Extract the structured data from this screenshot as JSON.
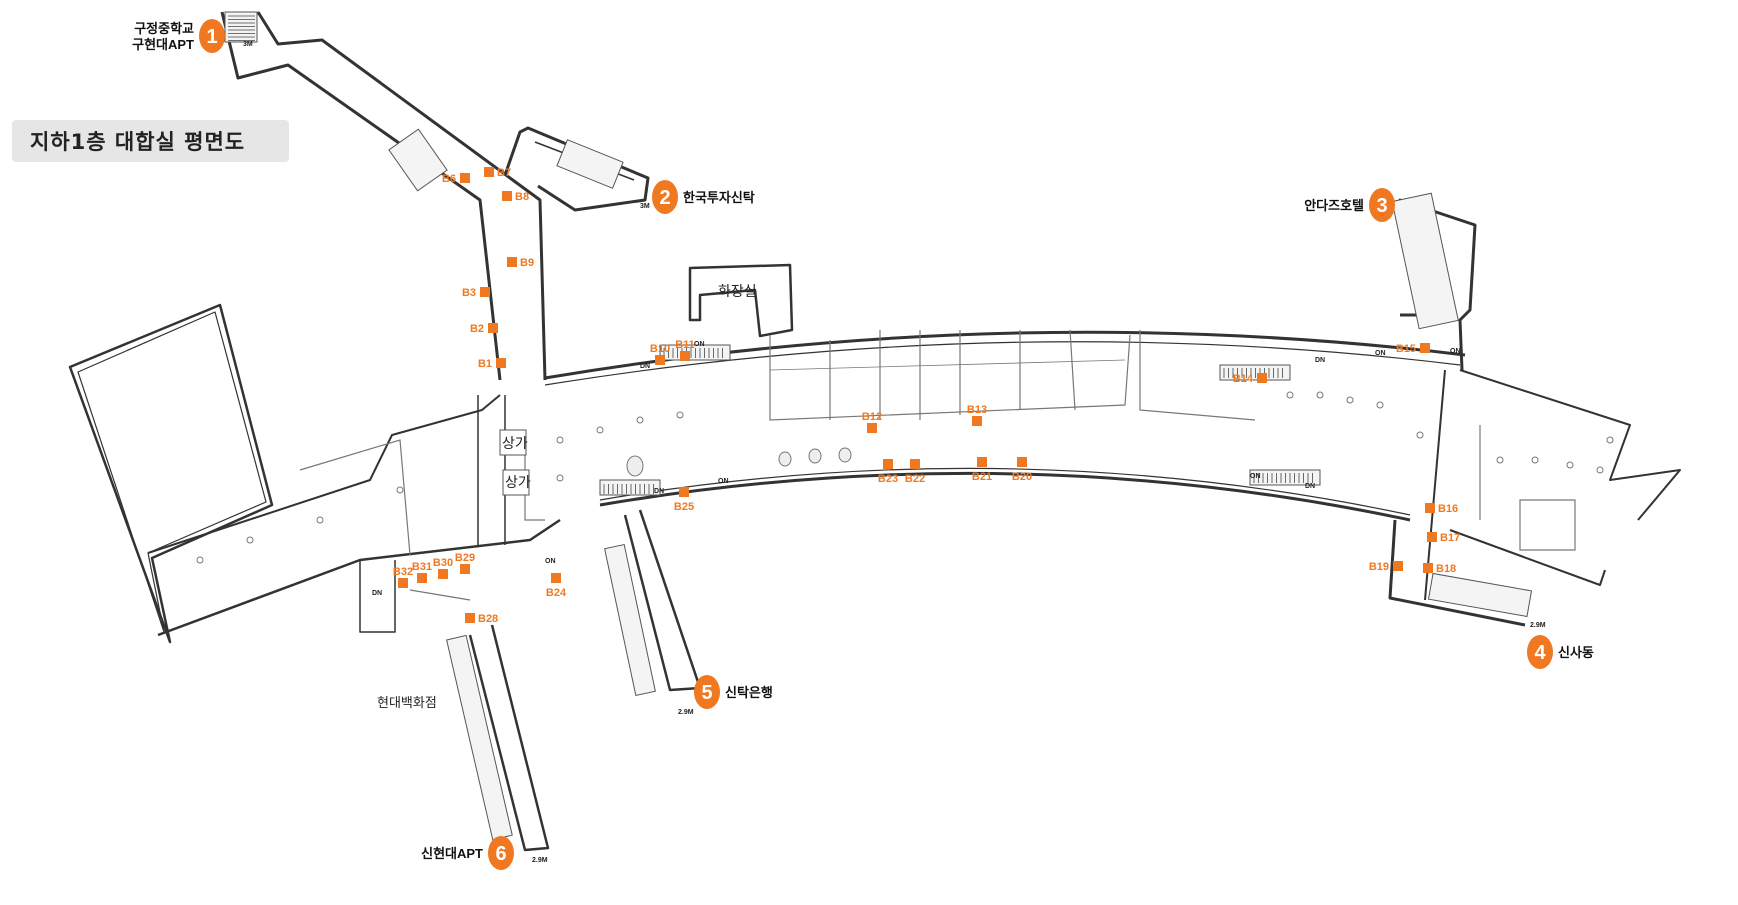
{
  "title": "지하1층 대합실 평면도",
  "colors": {
    "accent": "#f07820",
    "wall": "#333333",
    "thin": "#777777"
  },
  "exits": [
    {
      "num": "1",
      "lines": [
        "구정중학교",
        "구현대APT"
      ]
    },
    {
      "num": "2",
      "lines": [
        "한국투자신탁"
      ]
    },
    {
      "num": "3",
      "lines": [
        "안다즈호텔"
      ]
    },
    {
      "num": "4",
      "lines": [
        "신사동"
      ]
    },
    {
      "num": "5",
      "lines": [
        "신탁은행"
      ]
    },
    {
      "num": "6",
      "lines": [
        "신현대APT"
      ]
    }
  ],
  "rooms": {
    "restroom": "화장실",
    "shop1": "상가",
    "shop2": "상가",
    "dept_store": "현대백화점"
  },
  "markers": [
    "B1",
    "B2",
    "B3",
    "B6",
    "B7",
    "B8",
    "B9",
    "B10",
    "B11",
    "B12",
    "B13",
    "B14",
    "B15",
    "B16",
    "B17",
    "B18",
    "B19",
    "B20",
    "B21",
    "B22",
    "B23",
    "B24",
    "B25",
    "B28",
    "B29",
    "B30",
    "B31",
    "B32"
  ],
  "stair_labels": {
    "on": "ON",
    "dn": "DN",
    "h3m": "3M",
    "h29m": "2.9M"
  }
}
